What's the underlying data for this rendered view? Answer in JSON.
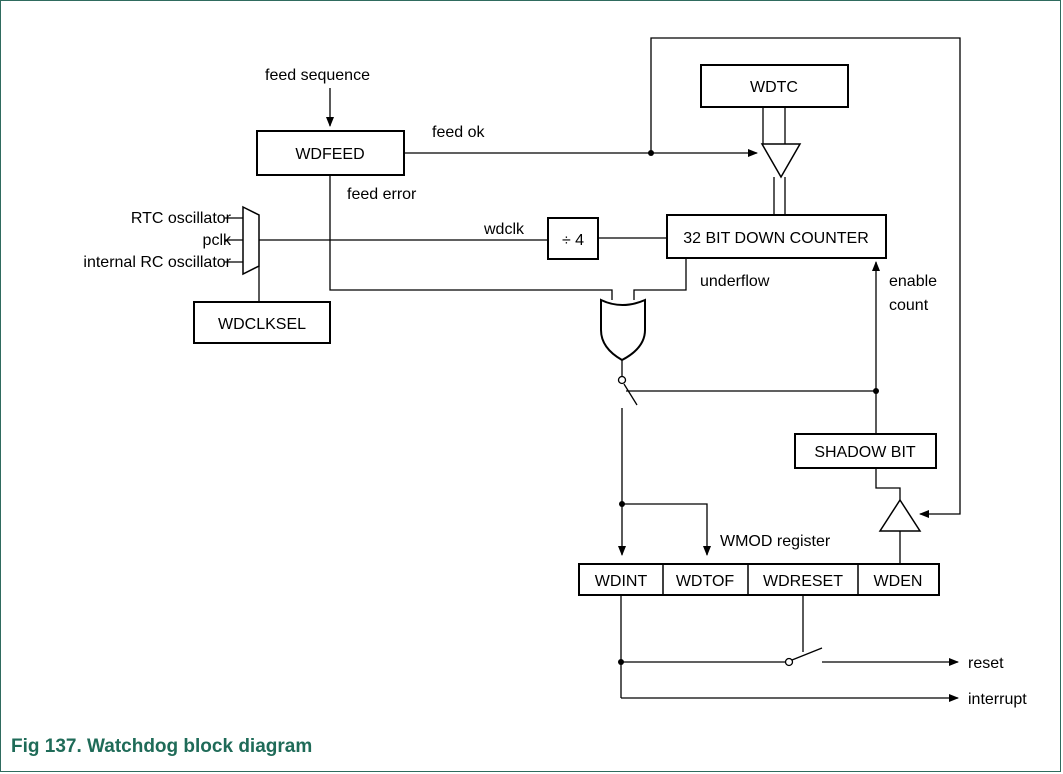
{
  "figure": {
    "caption": "Fig 137. Watchdog block diagram"
  },
  "blocks": {
    "wdtc": "WDTC",
    "wdfeed": "WDFEED",
    "down_counter": "32 BIT DOWN COUNTER",
    "divider": "÷ 4",
    "wdclksel": "WDCLKSEL",
    "shadow_bit": "SHADOW BIT"
  },
  "clock_inputs": [
    "RTC oscillator",
    "pclk",
    "internal RC oscillator"
  ],
  "wmod_register": {
    "label": "WMOD register",
    "bits": [
      "WDINT",
      "WDTOF",
      "WDRESET",
      "WDEN"
    ]
  },
  "signals": {
    "feed_sequence": "feed sequence",
    "feed_ok": "feed ok",
    "feed_error": "feed error",
    "wdclk": "wdclk",
    "underflow": "underflow",
    "enable_count_1": "enable",
    "enable_count_2": "count",
    "reset": "reset",
    "interrupt": "interrupt"
  }
}
